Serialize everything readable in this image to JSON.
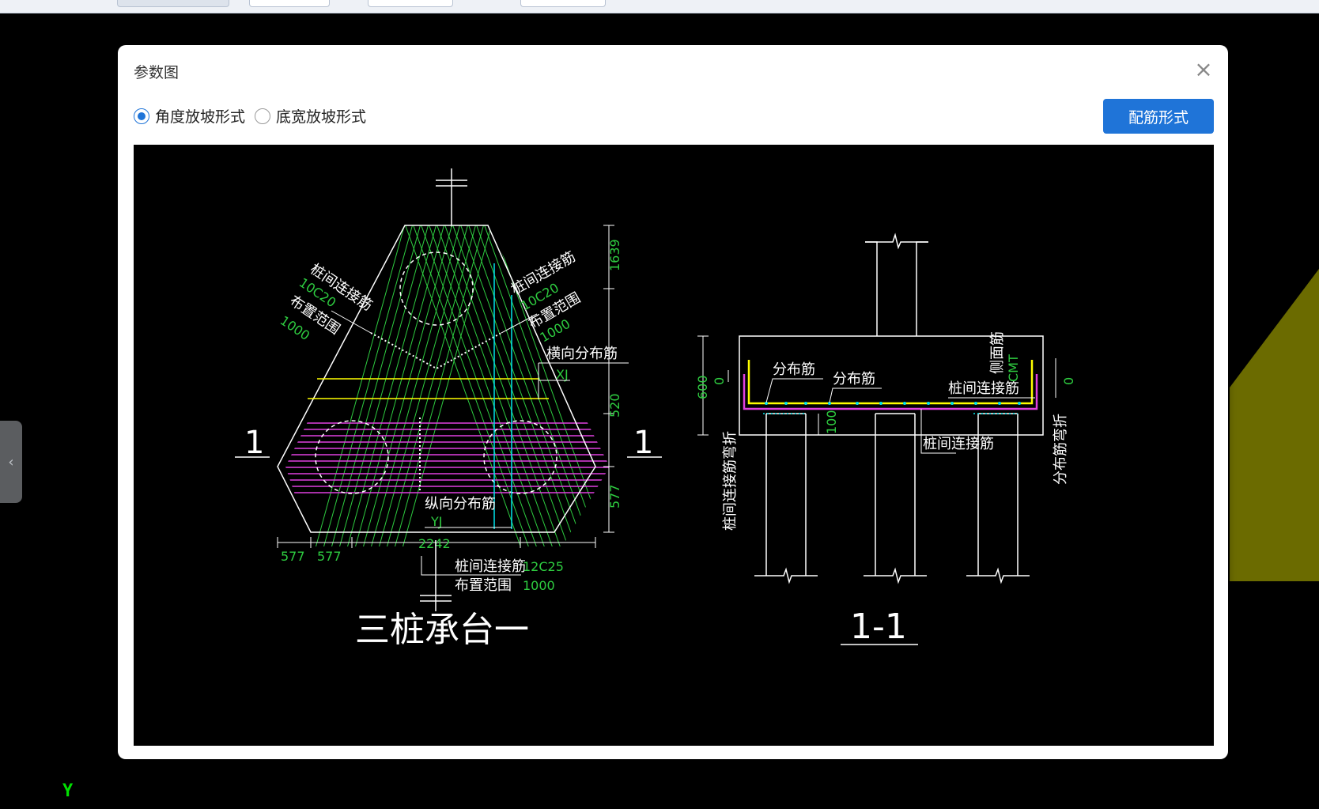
{
  "dialog": {
    "title": "参数图",
    "close_icon": "close-icon",
    "radio_options": [
      {
        "label": "角度放坡形式",
        "checked": true
      },
      {
        "label": "底宽放坡形式",
        "checked": false
      }
    ],
    "rebar_button": "配筋形式"
  },
  "side_handle": {
    "icon": "chevron-left-icon",
    "glyph": "‹"
  },
  "axis": {
    "y_label": "Y"
  },
  "drawing": {
    "plan": {
      "title": "三桩承台一",
      "section_mark": "1",
      "left_label_1": "桩间连接筋",
      "left_label_1_val": "10C20",
      "left_label_2": "布置范围",
      "left_label_2_val": "1000",
      "right_label_1": "桩间连接筋",
      "right_label_1_val": "10C20",
      "right_label_2": "布置范围",
      "right_label_2_val": "1000",
      "transverse": "横向分布筋",
      "xj": "XJ",
      "longitudinal": "纵向分布筋",
      "yj": "YJ",
      "dim_1639": "1639",
      "dim_520": "520",
      "dim_577v": "577",
      "dim_577a": "577",
      "dim_577b": "577",
      "dim_2242": "2242",
      "bottom_label_1": "桩间连接筋",
      "bottom_label_1_val": "12C25",
      "bottom_label_2": "布置范围",
      "bottom_label_2_val": "1000"
    },
    "section": {
      "title": "1-1",
      "dist_1": "分布筋",
      "dist_2": "分布筋",
      "side": "侧面筋",
      "cmt": "CMT",
      "pile_conn_1": "桩间连接筋",
      "pile_conn_2": "桩间连接筋",
      "left_vertical": "桩间连接筋弯折",
      "right_vertical": "分布筋弯折",
      "dim_600": "600",
      "dim_0a": "0",
      "dim_0b": "0",
      "dim_100": "100"
    }
  }
}
